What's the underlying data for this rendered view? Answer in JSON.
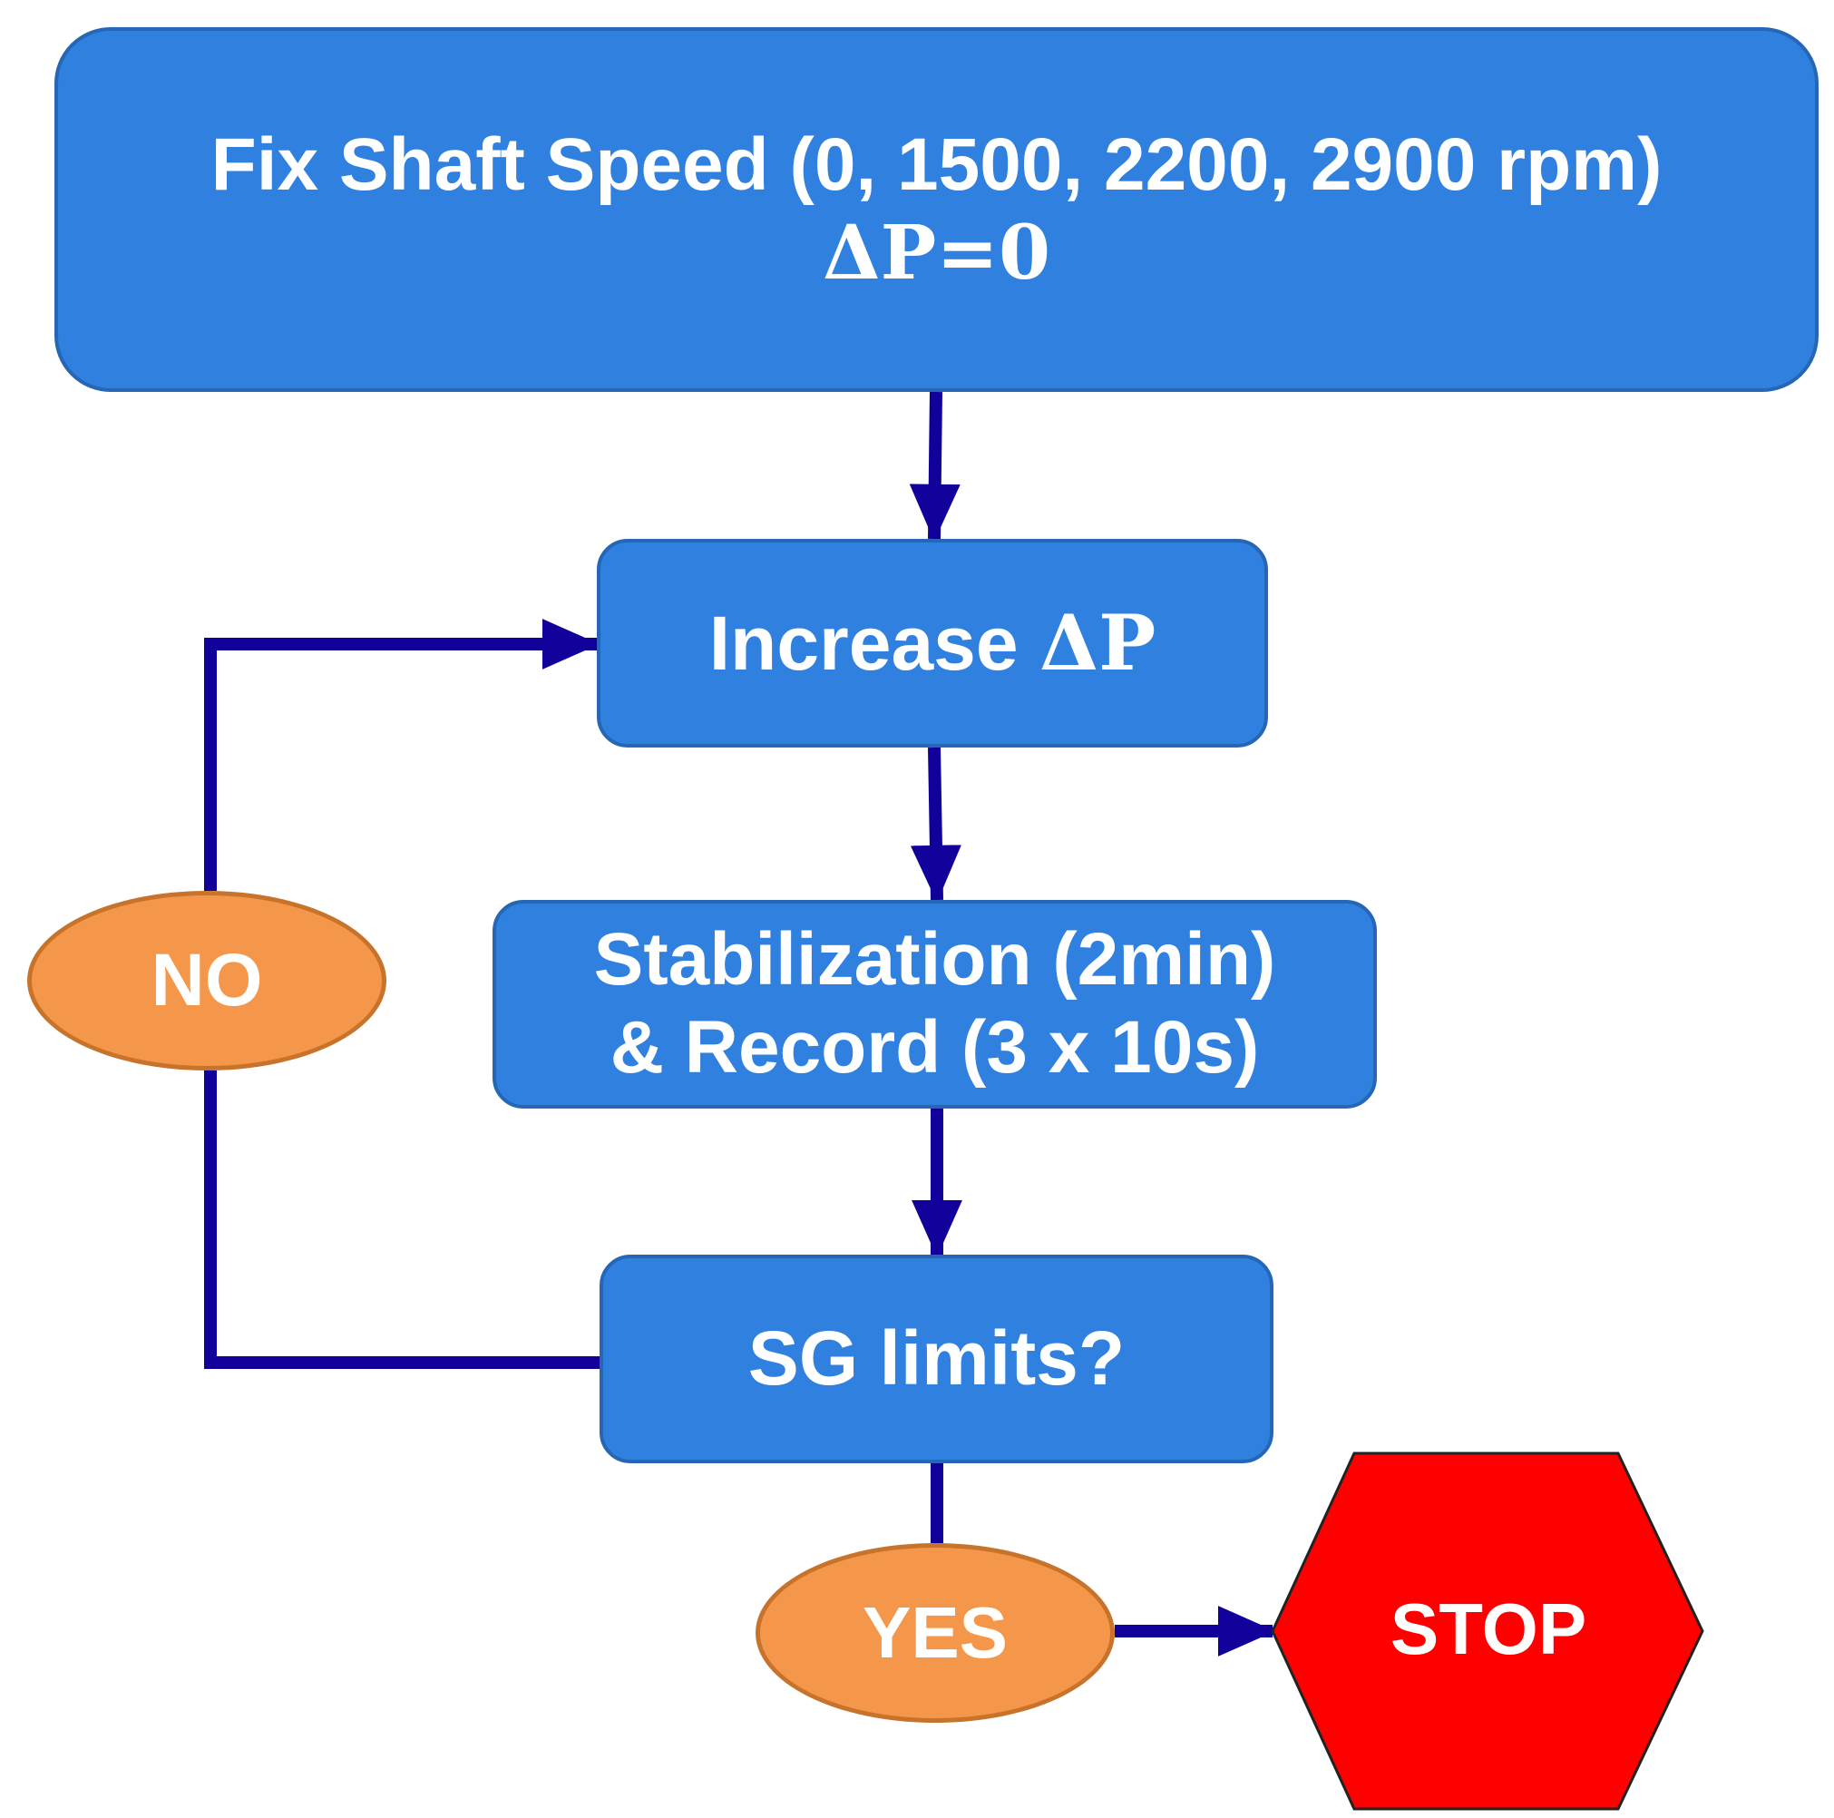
{
  "diagram": {
    "type": "flowchart",
    "nodes": {
      "fix_speed": {
        "line1": "Fix Shaft Speed (0, 1500, 2200, 2900 rpm)",
        "line2": "ΔP=0"
      },
      "increase": {
        "label": "Increase ",
        "symbol": "ΔP"
      },
      "stabilization": {
        "line1": "Stabilization (2min)",
        "line2": "& Record (3 x 10s)"
      },
      "sg_limits": {
        "label": "SG limits?"
      },
      "no": {
        "label": "NO"
      },
      "yes": {
        "label": "YES"
      },
      "stop": {
        "label": "STOP"
      }
    },
    "edges": [
      {
        "from": "fix_speed",
        "to": "increase"
      },
      {
        "from": "increase",
        "to": "stabilization"
      },
      {
        "from": "stabilization",
        "to": "sg_limits"
      },
      {
        "from": "sg_limits",
        "to": "no"
      },
      {
        "from": "no",
        "to": "increase"
      },
      {
        "from": "sg_limits",
        "to": "yes"
      },
      {
        "from": "yes",
        "to": "stop"
      }
    ],
    "colors": {
      "process_fill": "#3080E0",
      "process_border": "#2566B5",
      "decision_fill": "#F5974A",
      "decision_border": "#C8732C",
      "stop_fill": "#FF0000",
      "stop_border": "#222222",
      "connector": "#12009A",
      "text": "#FFFFFF"
    }
  }
}
